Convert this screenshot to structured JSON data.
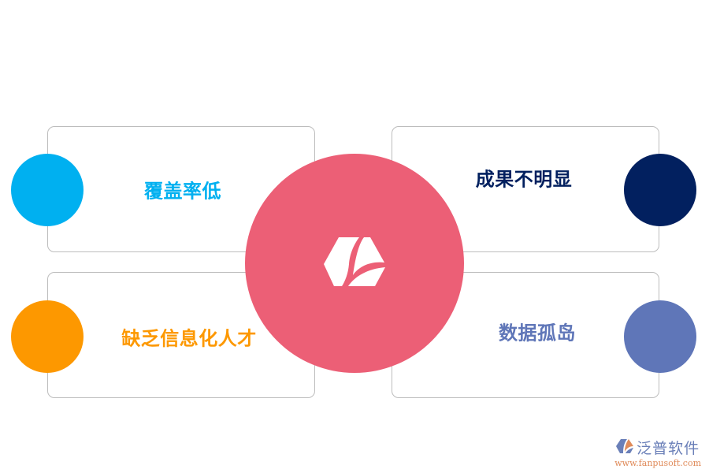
{
  "diagram": {
    "center": {
      "icon": "brand-logo-icon",
      "color": "#ec5f76"
    },
    "items": [
      {
        "label": "覆盖率低",
        "color": "#00b0f0",
        "position": "top-left"
      },
      {
        "label": "成果不明显",
        "color": "#02205f",
        "position": "top-right"
      },
      {
        "label": "缺乏信息化人才",
        "color": "#fd9800",
        "position": "bottom-left"
      },
      {
        "label": "数据孤岛",
        "color": "#5f76b8",
        "position": "bottom-right"
      }
    ]
  },
  "watermark": {
    "name": "泛普软件",
    "url": "www.fanpusoft.com"
  }
}
